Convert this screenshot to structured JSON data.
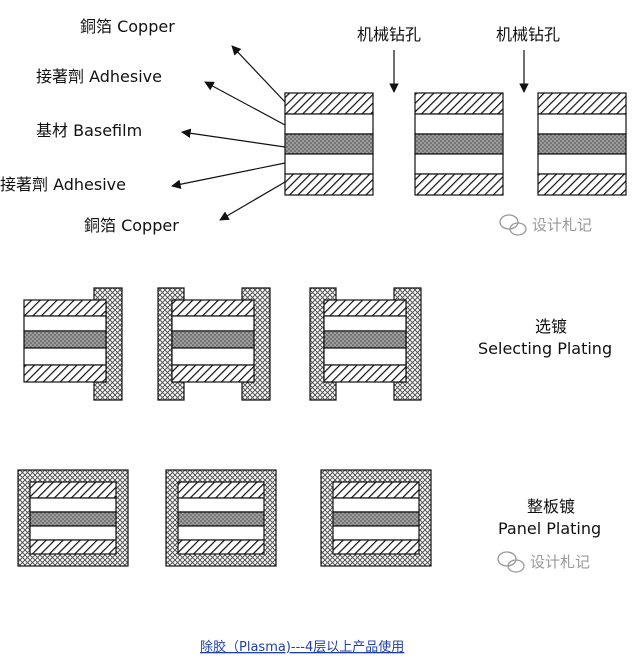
{
  "layer_labels": {
    "copper_top": "銅箔 Copper",
    "adhesive_top": "接著劑 Adhesive",
    "basefilm": "基材 Basefilm",
    "adhesive_bottom": "接著劑 Adhesive",
    "copper_bottom": "銅箔 Copper"
  },
  "drill_labels": [
    "机械钻孔",
    "机械钻孔"
  ],
  "selecting_plating": {
    "cn": "选镀",
    "en": "Selecting Plating"
  },
  "panel_plating": {
    "cn": "整板镀",
    "en": "Panel Plating"
  },
  "watermark": "设计札记",
  "caption": "除胶（Plasma)---4层以上产品使用",
  "colors": {
    "caption": "#1f3fa8",
    "watermark": "#9a9a9a",
    "outline": "#111111",
    "copper_hatch": "#111111",
    "plating_fill": "#cfcfcf"
  }
}
